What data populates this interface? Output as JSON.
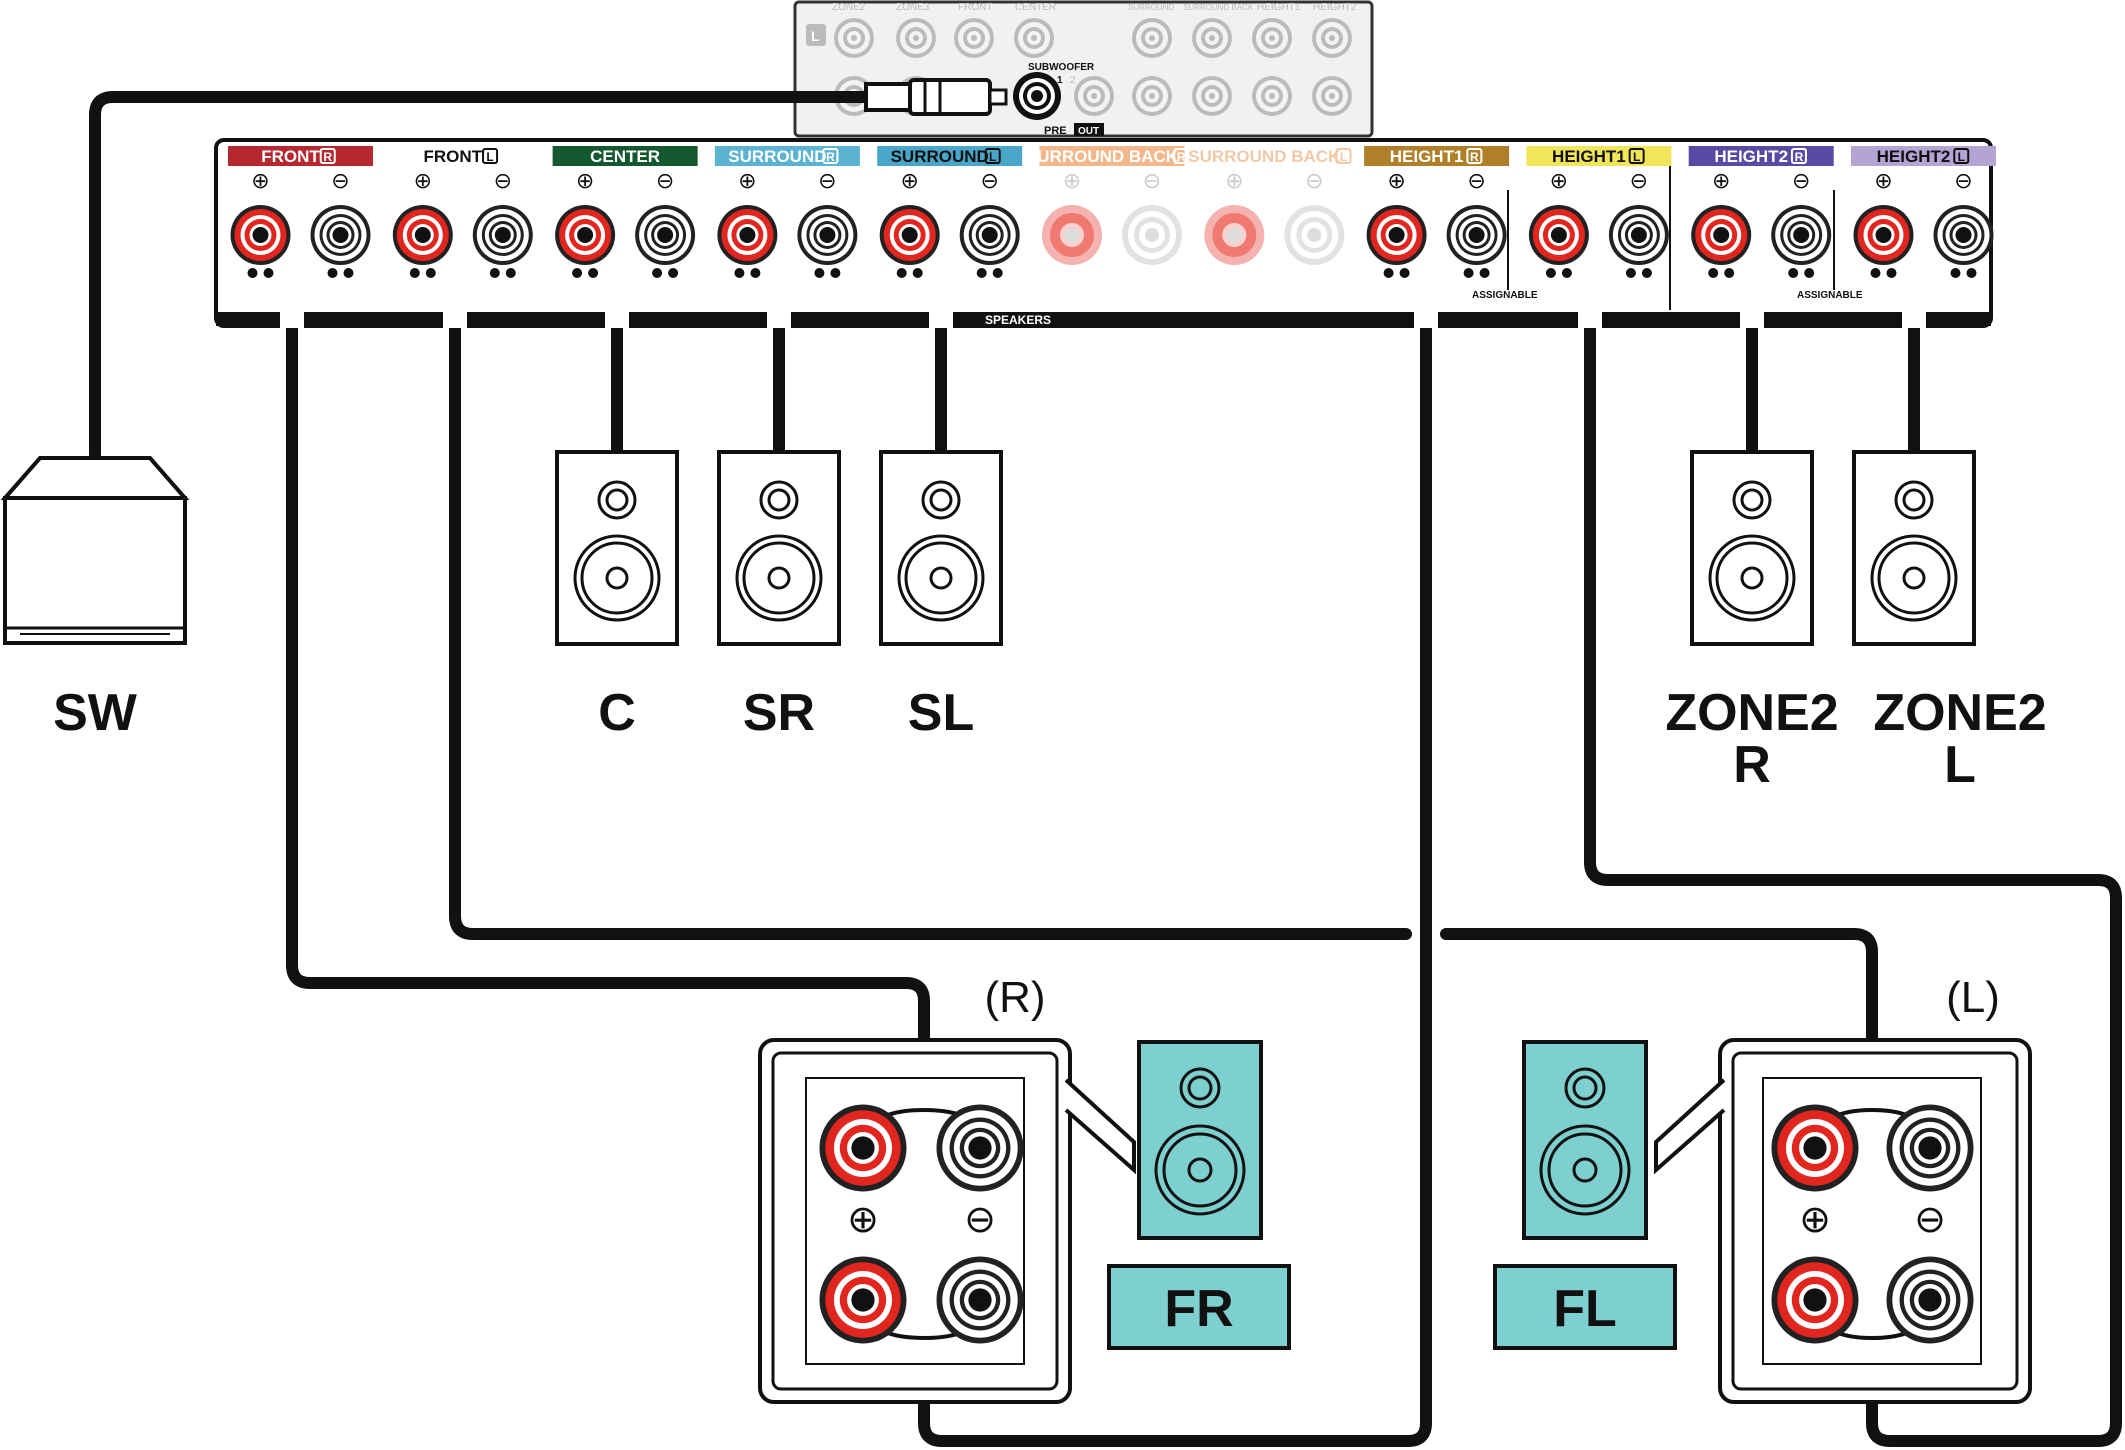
{
  "colors": {
    "front_r": "#b5282f",
    "front_l": "#ffffff",
    "center": "#14582f",
    "surround_r": "#5ab3d0",
    "surround_l": "#4aa6c8",
    "surround_back": "#f2b88c",
    "height1_r": "#b07f2a",
    "height1_l": "#f1e65a",
    "height2_r": "#5a4aa3",
    "height2_l": "#b3a4d3",
    "terminal_red": "#e0261e",
    "speaker_box_teal": "#7ecfcf"
  },
  "pre_out": {
    "channel_labels": [
      "ZONE2",
      "ZONE3",
      "FRONT",
      "CENTER",
      "SURROUND",
      "SURROUND BACK",
      "HEIGHT1",
      "HEIGHT2"
    ],
    "side_letter": "L",
    "subwoofer_label": "SUBWOOFER",
    "subwoofer_numbers": [
      "1",
      "2"
    ],
    "pre_label": "PRE",
    "out_label": "OUT"
  },
  "receiver": {
    "channels": [
      {
        "label": "FRONT",
        "side": "R"
      },
      {
        "label": "FRONT",
        "side": "L"
      },
      {
        "label": "CENTER",
        "side": ""
      },
      {
        "label": "SURROUND",
        "side": "R"
      },
      {
        "label": "SURROUND",
        "side": "L"
      },
      {
        "label": "SURROUND BACK",
        "side": "R"
      },
      {
        "label": "SURROUND BACK",
        "side": "L"
      },
      {
        "label": "HEIGHT1",
        "side": "R"
      },
      {
        "label": "HEIGHT1",
        "side": "L"
      },
      {
        "label": "HEIGHT2",
        "side": "R"
      },
      {
        "label": "HEIGHT2",
        "side": "L"
      }
    ],
    "plus_symbol": "⊕",
    "minus_symbol": "⊖",
    "speakers_label": "SPEAKERS",
    "assignable_label": "ASSIGNABLE"
  },
  "speakers": {
    "sw": "SW",
    "c": "C",
    "sr": "SR",
    "sl": "SL",
    "zone2_r_line1": "ZONE2",
    "zone2_r_line2": "R",
    "zone2_l_line1": "ZONE2",
    "zone2_l_line2": "L"
  },
  "bi_amp": {
    "right_paren": "(R)",
    "left_paren": "(L)",
    "fr": "FR",
    "fl": "FL",
    "plus_symbol": "⊕",
    "minus_symbol": "⊖"
  }
}
